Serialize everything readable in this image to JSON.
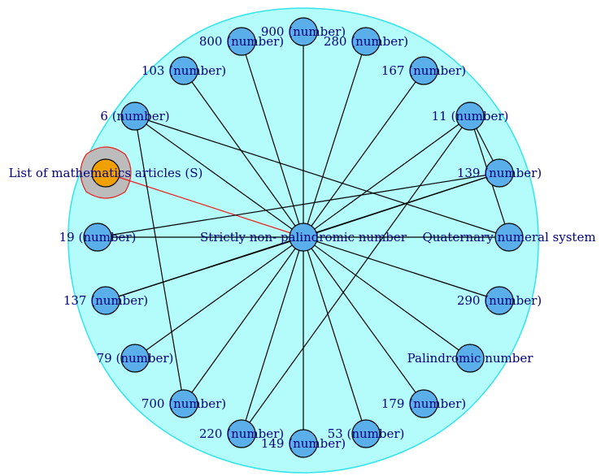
{
  "graph": {
    "center_label": "Strictly non- palindromic number",
    "special_label": "List of mathematics articles (S)",
    "nodes": [
      "900 (number)",
      "800 (number)",
      "280 (number)",
      "103 (number)",
      "167 (number)",
      "6 (number)",
      "11 (number)",
      "139 (number)",
      "19 (number)",
      "Quaternary numeral system",
      "137 (number)",
      "290 (number)",
      "79 (number)",
      "Palindromic number",
      "700 (number)",
      "179 (number)",
      "220 (number)",
      "149 (number)",
      "53 (number)"
    ],
    "colors": {
      "hull_fill": "#b4fcfc",
      "hull_stroke": "#33e4ec",
      "node_fill": "#5aaeea",
      "special_node_fill": "#f0a000",
      "special_halo_fill": "#bcbcbc",
      "special_halo_stroke": "#e8201a",
      "label_color": "#00007a",
      "red_edge": "#e8201a"
    }
  }
}
